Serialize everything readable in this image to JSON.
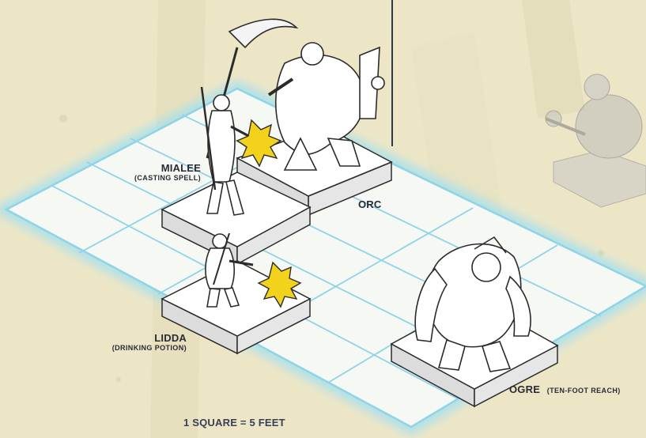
{
  "labels": {
    "mialee": {
      "name": "MIALEE",
      "status": "(CASTING SPELL)"
    },
    "lidda": {
      "name": "LIDDA",
      "status": "(DRINKING POTION)"
    },
    "orc": {
      "name": "ORC"
    },
    "ogre": {
      "name": "OGRE",
      "note": "(TEN-FOOT REACH)"
    },
    "scale": "1 SQUARE = 5 FEET"
  },
  "colors": {
    "background": "#ece6c7",
    "grid_line": "#8fd3e8",
    "grid_fill": "#f6f8f4",
    "base_fill": "#ffffff",
    "figure_ink": "#2b2b2b",
    "spell_flash": "#f2d21b",
    "divider": "#2f3450"
  },
  "icons": [
    "orc-miniature-icon",
    "mialee-miniature-icon",
    "lidda-miniature-icon",
    "ogre-miniature-icon",
    "extra-miniature-icon",
    "spell-flash-icon"
  ]
}
